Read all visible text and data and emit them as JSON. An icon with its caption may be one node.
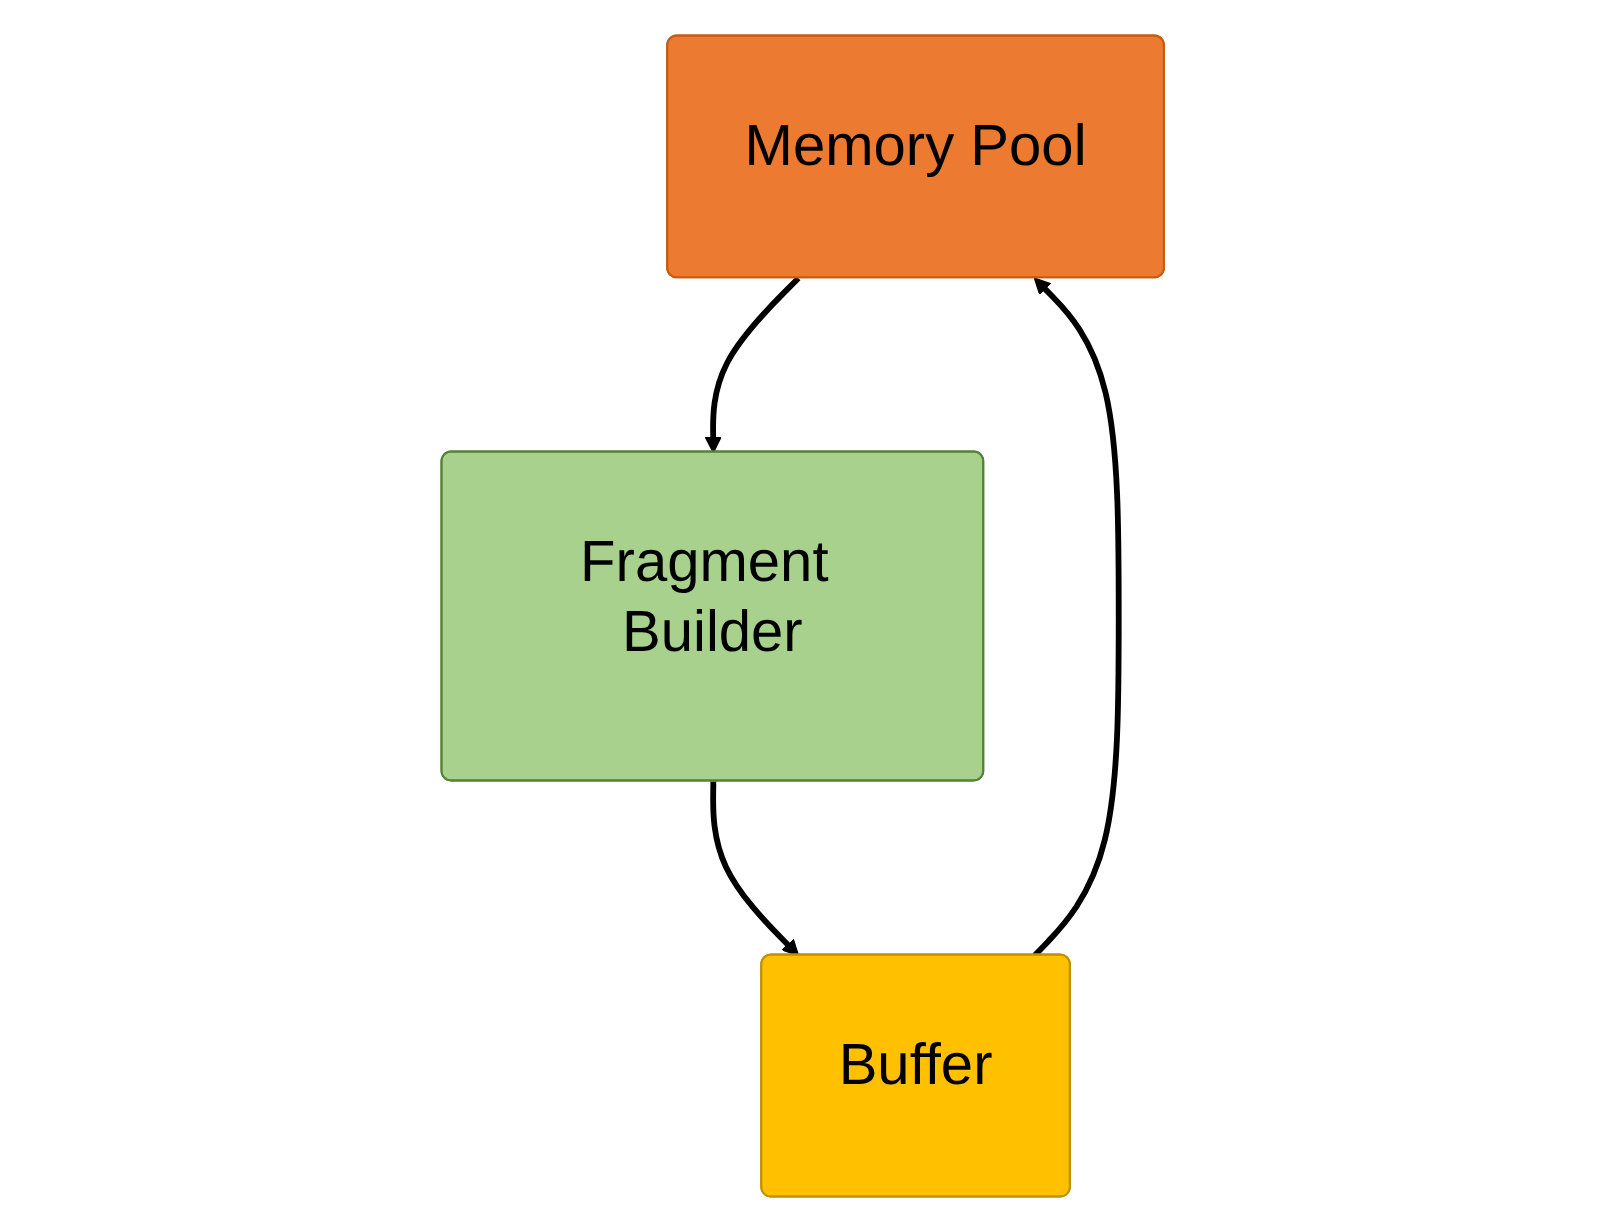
{
  "diagram": {
    "nodes": [
      {
        "text": [
          "Memory Pool"
        ]
      },
      {
        "text": [
          "Fragment Builder"
        ]
      },
      {
        "text": [
          "Buffer"
        ]
      }
    ],
    "edges": [
      {
        "from": 0,
        "to": 1,
        "arrow": "to"
      },
      {
        "from": 1,
        "to": 2,
        "arrow": "to"
      },
      {
        "from": 2,
        "to": 0,
        "arrow": "to"
      }
    ]
  }
}
